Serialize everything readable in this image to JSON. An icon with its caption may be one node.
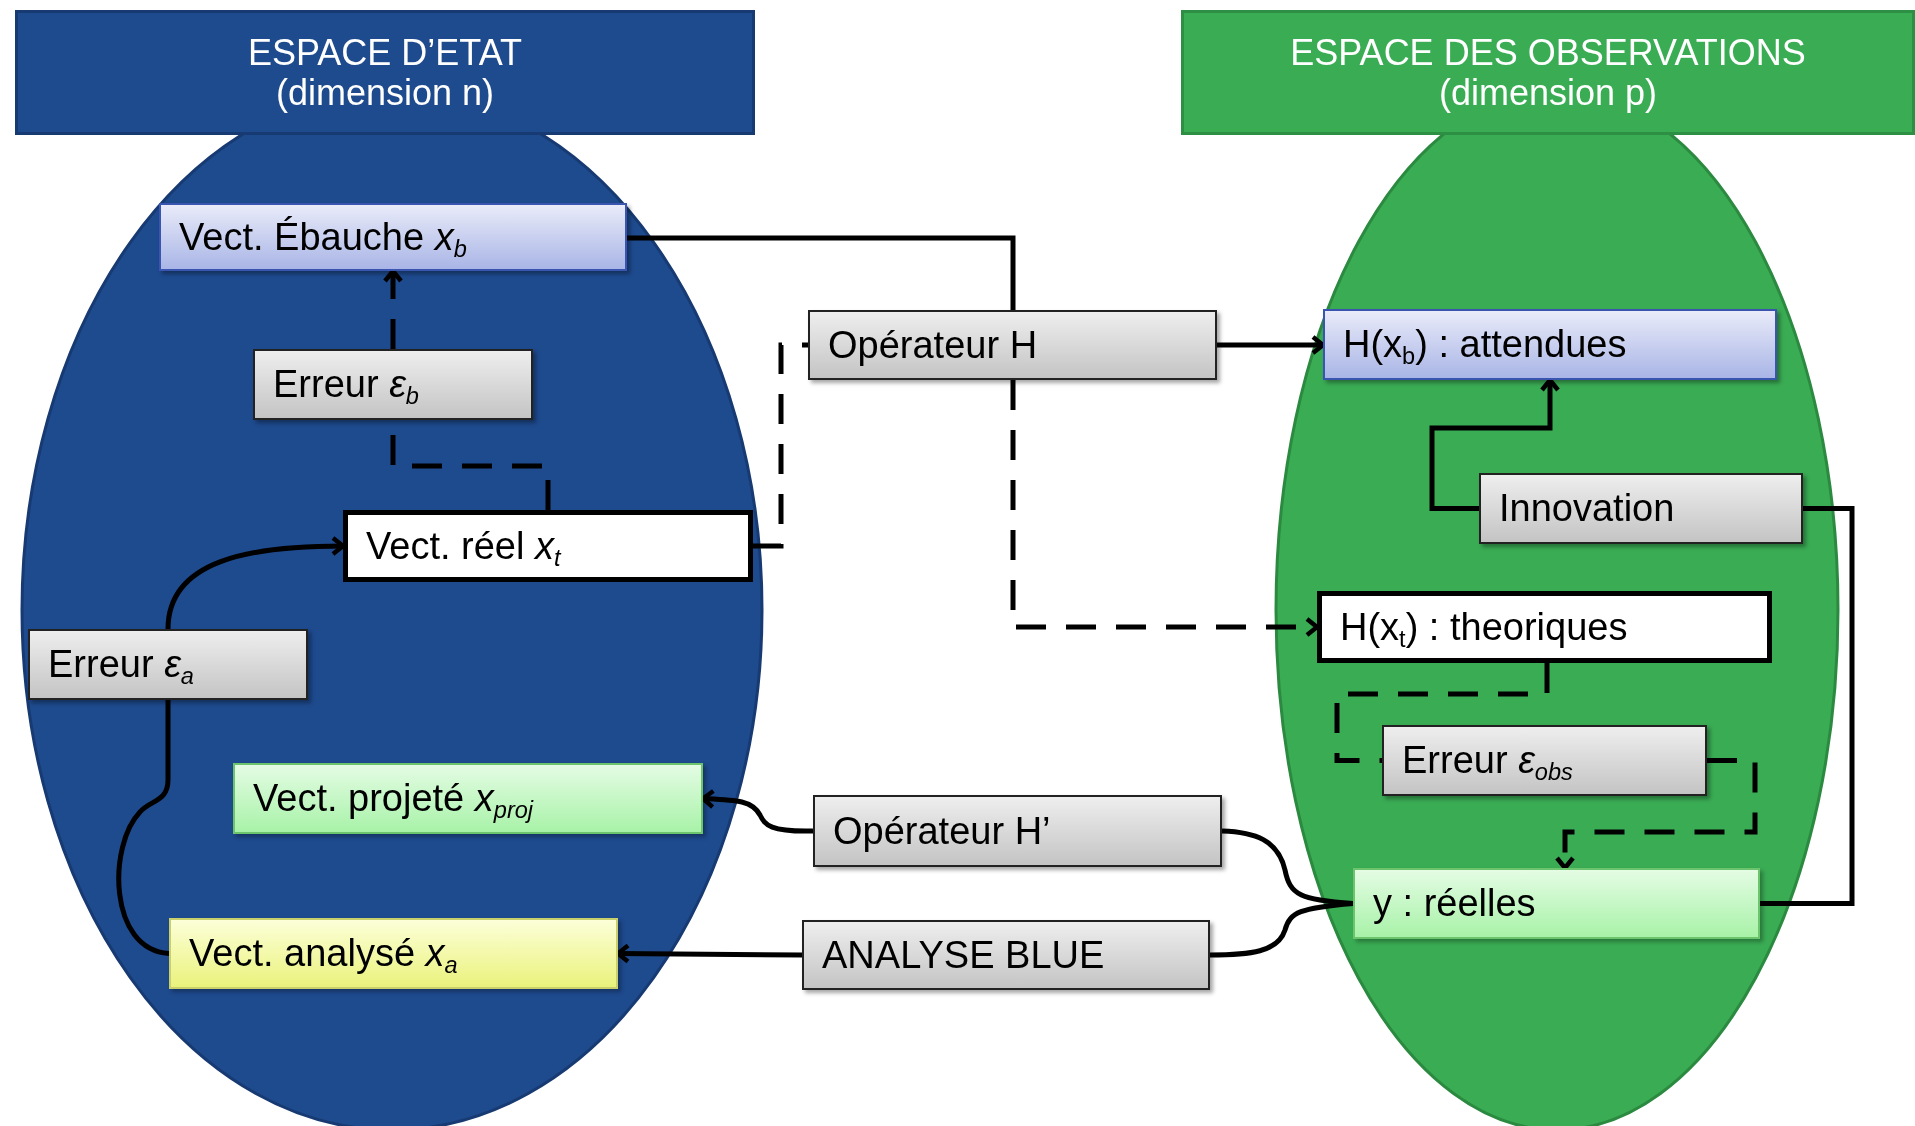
{
  "diagram": {
    "nodes": [
      {
        "text": [
          "ESPACE D’ETAT (dimension n)"
        ]
      },
      {
        "text": [],
        "shape": "ellipse"
      },
      {
        "text": [
          "Vect. Ébauche *x*$_{b}$"
        ],
        "in": 1
      },
      {
        "text": [
          "Erreur *ε*$_{b}$"
        ],
        "in": 1
      },
      {
        "text": [
          "Vect. réel *x*$_{t}$"
        ],
        "in": 1
      },
      {
        "text": [
          "Erreur *ε*$_{a}$"
        ],
        "in": 1
      },
      {
        "text": [
          "Vect. projeté *x*$_{proj}$"
        ],
        "in": 1
      },
      {
        "text": [
          "Vect. analysé *x*$_{a}$"
        ],
        "in": 1
      },
      {
        "text": [
          "ESPACE DES OBSERVATIONS (dimension p)"
        ]
      },
      {
        "text": [],
        "shape": "ellipse"
      },
      {
        "text": [
          "H(x$_{b}$) : attendues"
        ],
        "in": 9
      },
      {
        "text": [
          "Innovation"
        ],
        "in": 9
      },
      {
        "text": [
          "H(x$_{t}$) : theoriques"
        ],
        "in": 9
      },
      {
        "text": [
          "Erreur *ε*$_{obs}$"
        ],
        "in": 9
      },
      {
        "text": [
          "y : réelles"
        ],
        "in": 9
      },
      {
        "text": [
          "Opérateur H"
        ]
      },
      {
        "text": [
          "Opérateur H’"
        ]
      },
      {
        "text": [
          "ANALYSE BLUE"
        ]
      }
    ],
    "edges": [
      {
        "from": 2,
        "to": 15,
        "arrow": "none"
      },
      {
        "from": 15,
        "to": 10,
        "arrow": "to"
      },
      {
        "from": 4,
        "to": 15,
        "arrow": "none",
        "style": "dashed"
      },
      {
        "from": 15,
        "to": 12,
        "arrow": "to",
        "style": "dashed"
      },
      {
        "from": 4,
        "to": 3,
        "arrow": "none",
        "style": "dashed"
      },
      {
        "from": 3,
        "to": 2,
        "arrow": "to",
        "style": "dashed"
      },
      {
        "from": 5,
        "to": 4,
        "arrow": "to"
      },
      {
        "from": 5,
        "to": 7,
        "arrow": "none"
      },
      {
        "from": 11,
        "to": 10,
        "arrow": "to"
      },
      {
        "from": 14,
        "to": 11,
        "arrow": "none"
      },
      {
        "from": 12,
        "to": 13,
        "arrow": "none",
        "style": "dashed"
      },
      {
        "from": 13,
        "to": 14,
        "arrow": "to",
        "style": "dashed"
      },
      {
        "from": 14,
        "to": 16,
        "arrow": "none"
      },
      {
        "from": 16,
        "to": 6,
        "arrow": "to"
      },
      {
        "from": 14,
        "to": 17,
        "arrow": "none"
      },
      {
        "from": 17,
        "to": 7,
        "arrow": "to"
      }
    ]
  }
}
